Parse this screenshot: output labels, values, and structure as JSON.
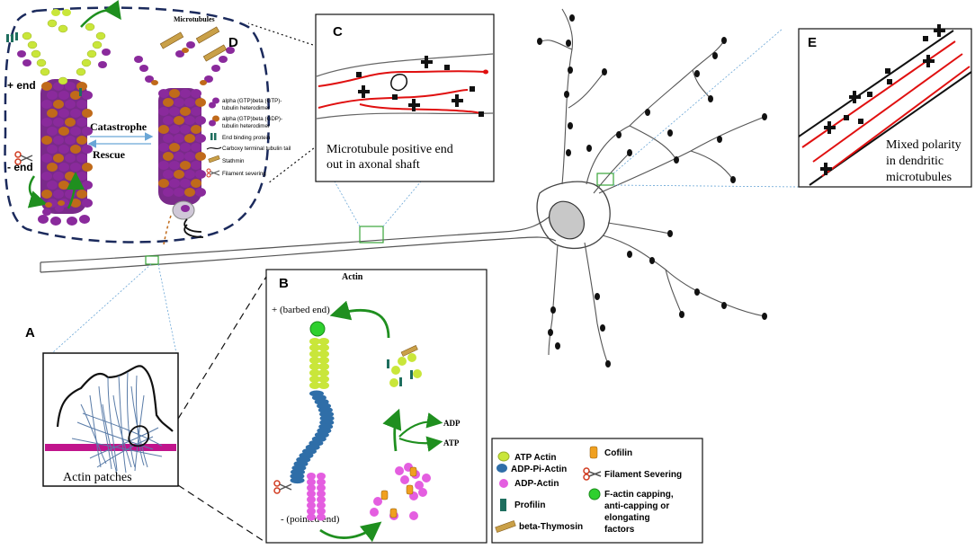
{
  "colors": {
    "tubulin_purple": "#8a2a9c",
    "tubulin_orange": "#c06a1a",
    "tubulin_lime": "#c9e63a",
    "actin_blue": "#2f6ea8",
    "actin_pink": "#e45ee0",
    "actin_lime": "#c9e63a",
    "arrow_green": "#1f8f1f",
    "microtubule_red": "#e01010",
    "patch_magenta": "#c0148c",
    "dashed_navy": "#1b2a5c",
    "box_green": "#3aa53a",
    "guide_blue": "#6aa6d6"
  },
  "panels": {
    "a": {
      "letter": "A",
      "caption": "Actin patches"
    },
    "b": {
      "letter": "B",
      "title": "Actin",
      "plus_end": "+ (barbed end)",
      "minus_end": "- (pointed end)",
      "adp": "ADP",
      "atp": "ATP"
    },
    "c": {
      "letter": "C",
      "caption_line1": "Microtubule positive end",
      "caption_line2": "out in axonal shaft"
    },
    "d": {
      "letter": "D",
      "title": "Microtubules",
      "plus_end": "+ end",
      "minus_end": "- end",
      "catastrophe": "Catastrophe",
      "rescue": "Rescue"
    },
    "e": {
      "letter": "E",
      "caption_line1": "Mixed polarity",
      "caption_line2": "in dendritic",
      "caption_line3": "microtubules"
    }
  },
  "tubulin_legend": [
    {
      "line1": "alpha (GTP)beta (GTP)-",
      "line2": "tubulin heterodimer",
      "icon": "gtp-dimer-icon"
    },
    {
      "line1": "alpha (GTP)beta (GDP)-",
      "line2": "tubulin heterodimer",
      "icon": "gdp-dimer-icon"
    },
    {
      "line1": "End binding protein",
      "line2": "",
      "icon": "end-binding-protein-icon"
    },
    {
      "line1": "Carboxy terminal tubulin tail",
      "line2": "",
      "icon": "carboxy-tail-icon"
    },
    {
      "line1": "Stathmin",
      "line2": "",
      "icon": "stathmin-icon"
    },
    {
      "line1": "Filament severing",
      "line2": "",
      "icon": "scissors-icon"
    }
  ],
  "actin_legend": {
    "atp_actin": "ATP Actin",
    "adp_pi_actin": "ADP-Pi-Actin",
    "adp_actin": "ADP-Actin",
    "profilin": "Profilin",
    "beta_thymosin": "beta-Thymosin",
    "cofilin": "Cofilin",
    "filament_severing": "Filament Severing",
    "capping_line1": "F-actin capping,",
    "capping_line2": "anti-capping or",
    "capping_line3": "elongating",
    "capping_line4": "factors"
  }
}
